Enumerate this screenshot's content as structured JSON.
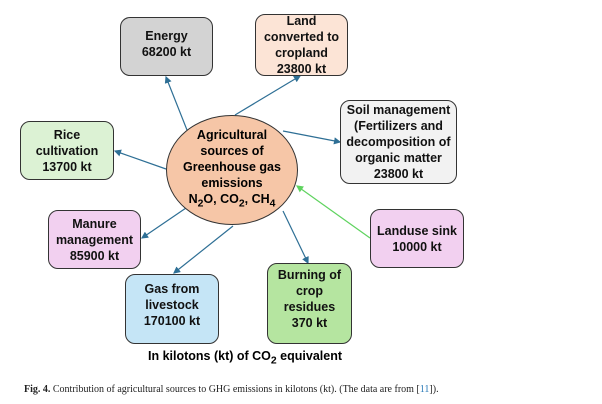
{
  "center": {
    "lines": [
      "Agricultural",
      "sources of",
      "Greenhouse gas",
      "emissions"
    ],
    "gases": {
      "n2o_main": "N",
      "n2o_sub": "2",
      "n2o_tail": "O, ",
      "co2_main": "CO",
      "co2_sub": "2",
      "co2_tail": ", ",
      "ch4_main": "CH",
      "ch4_sub": "4"
    }
  },
  "nodes": {
    "energy": {
      "lines": [
        "Energy",
        "68200 kt"
      ],
      "color": "#d3d3d3"
    },
    "land": {
      "lines": [
        "Land",
        "converted to",
        "cropland",
        "23800 kt"
      ],
      "color": "#fce4d6"
    },
    "soil": {
      "lines": [
        "Soil management",
        "(Fertilizers and",
        "decomposition of",
        "organic matter",
        "23800 kt"
      ],
      "color": "#f2f2f2"
    },
    "rice": {
      "lines": [
        "Rice",
        "cultivation",
        "13700 kt"
      ],
      "color": "#dcf2d4"
    },
    "manure": {
      "lines": [
        "Manure",
        "management",
        "85900 kt"
      ],
      "color": "#f2d0f0"
    },
    "landuse": {
      "lines": [
        "Landuse sink",
        "10000 kt"
      ],
      "color": "#f2d0f0"
    },
    "gas": {
      "lines": [
        "Gas from",
        "livestock",
        "170100 kt"
      ],
      "color": "#c5e5f6"
    },
    "burning": {
      "lines": [
        "Burning of",
        "crop",
        "residues",
        "370 kt"
      ],
      "color": "#b5e5a0"
    }
  },
  "footer": {
    "pre": "In kilotons (kt) of CO",
    "sub": "2",
    "post": " equivalent"
  },
  "caption": {
    "label": "Fig. 4.",
    "text": " Contribution of agricultural sources to GHG emissions in kilotons (kt). (The data are from [",
    "ref": "11",
    "end": "])."
  },
  "colors": {
    "arrow": "#2e6f95",
    "sink_arrow": "#5fd35f"
  }
}
